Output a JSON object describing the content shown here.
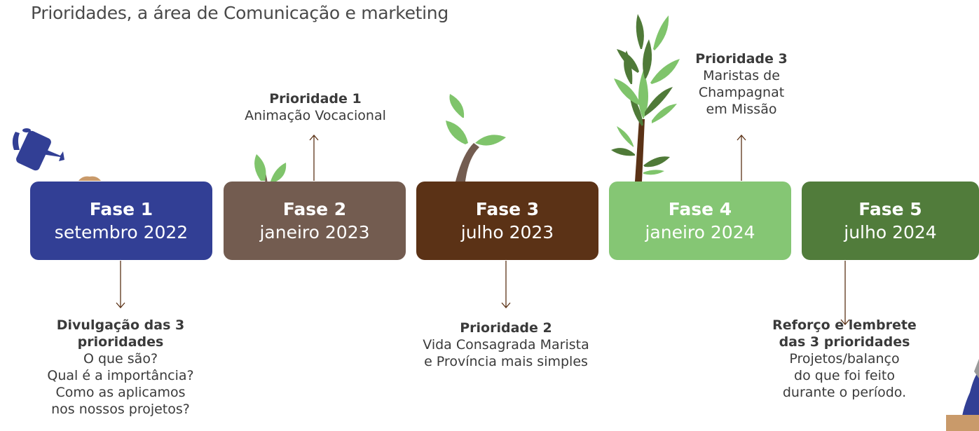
{
  "title": "Prioridades, a área de Comunicação e marketing",
  "colors": {
    "fase1": "#323f95",
    "fase2": "#735c50",
    "fase3": "#5b3216",
    "fase4": "#85c674",
    "fase5": "#517c3b",
    "leaf_light": "#7fc46b",
    "leaf_dark": "#4f7a38",
    "trunk": "#5b3216"
  },
  "phases": [
    {
      "name": "Fase 1",
      "date": "setembro 2022"
    },
    {
      "name": "Fase 2",
      "date": "janeiro 2023"
    },
    {
      "name": "Fase 3",
      "date": "julho 2023"
    },
    {
      "name": "Fase 4",
      "date": "janeiro 2024"
    },
    {
      "name": "Fase 5",
      "date": "julho 2024"
    }
  ],
  "notes": {
    "fase1": {
      "heading_1": "Divulgação das 3",
      "heading_2": "prioridades",
      "lines": [
        "O que são?",
        "Qual é a importância?",
        "Como as aplicamos",
        "nos nossos projetos?"
      ]
    },
    "fase2": {
      "heading": "Prioridade 1",
      "lines": [
        "Animação Vocacional"
      ]
    },
    "fase3": {
      "heading": "Prioridade 2",
      "lines": [
        "Vida Consagrada Marista",
        "e Província mais simples"
      ]
    },
    "fase4": {
      "heading": "Prioridade 3",
      "lines": [
        "Maristas de",
        "Champagnat",
        "em Missão"
      ]
    },
    "fase5": {
      "heading_1": "Reforço e lembrete",
      "heading_2": "das 3 prioridades",
      "lines": [
        "Projetos/balanço",
        "do que foi feito",
        "durante o período."
      ]
    }
  }
}
